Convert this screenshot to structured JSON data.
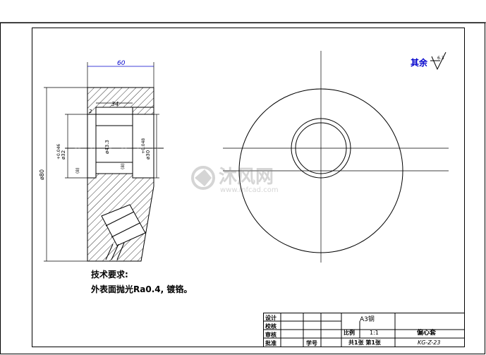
{
  "drawing": {
    "dimensions": {
      "length_top": "60",
      "inner_top": "34",
      "outer_diameter": "ø80",
      "bore_left": "ø32",
      "bore_tol_left": "+0.046\n0",
      "inner_diameter": "ø43.3",
      "bore_right": "ø30",
      "bore_tol_right": "+0.048\n0",
      "small_left": "(8)",
      "small_right": "(8)",
      "chamfer": "2"
    },
    "roughness": {
      "label": "其余",
      "value": "6.3"
    },
    "technical_requirements": {
      "title": "技术要求:",
      "text": "外表面抛光Ra0.4, 镀铬。"
    },
    "watermark": {
      "name": "沐风网",
      "url": "www.mfcad.com"
    },
    "title_block": {
      "design": "设计",
      "check": "校核",
      "review": "审核",
      "material": "A3钢",
      "ratio_label": "比例",
      "ratio": "1:1",
      "part_name": "偏心套",
      "sheet_label": "共1张 第1张",
      "drawing_no": "KG-Z-23",
      "approve": "批准",
      "school_no": "学号"
    }
  }
}
